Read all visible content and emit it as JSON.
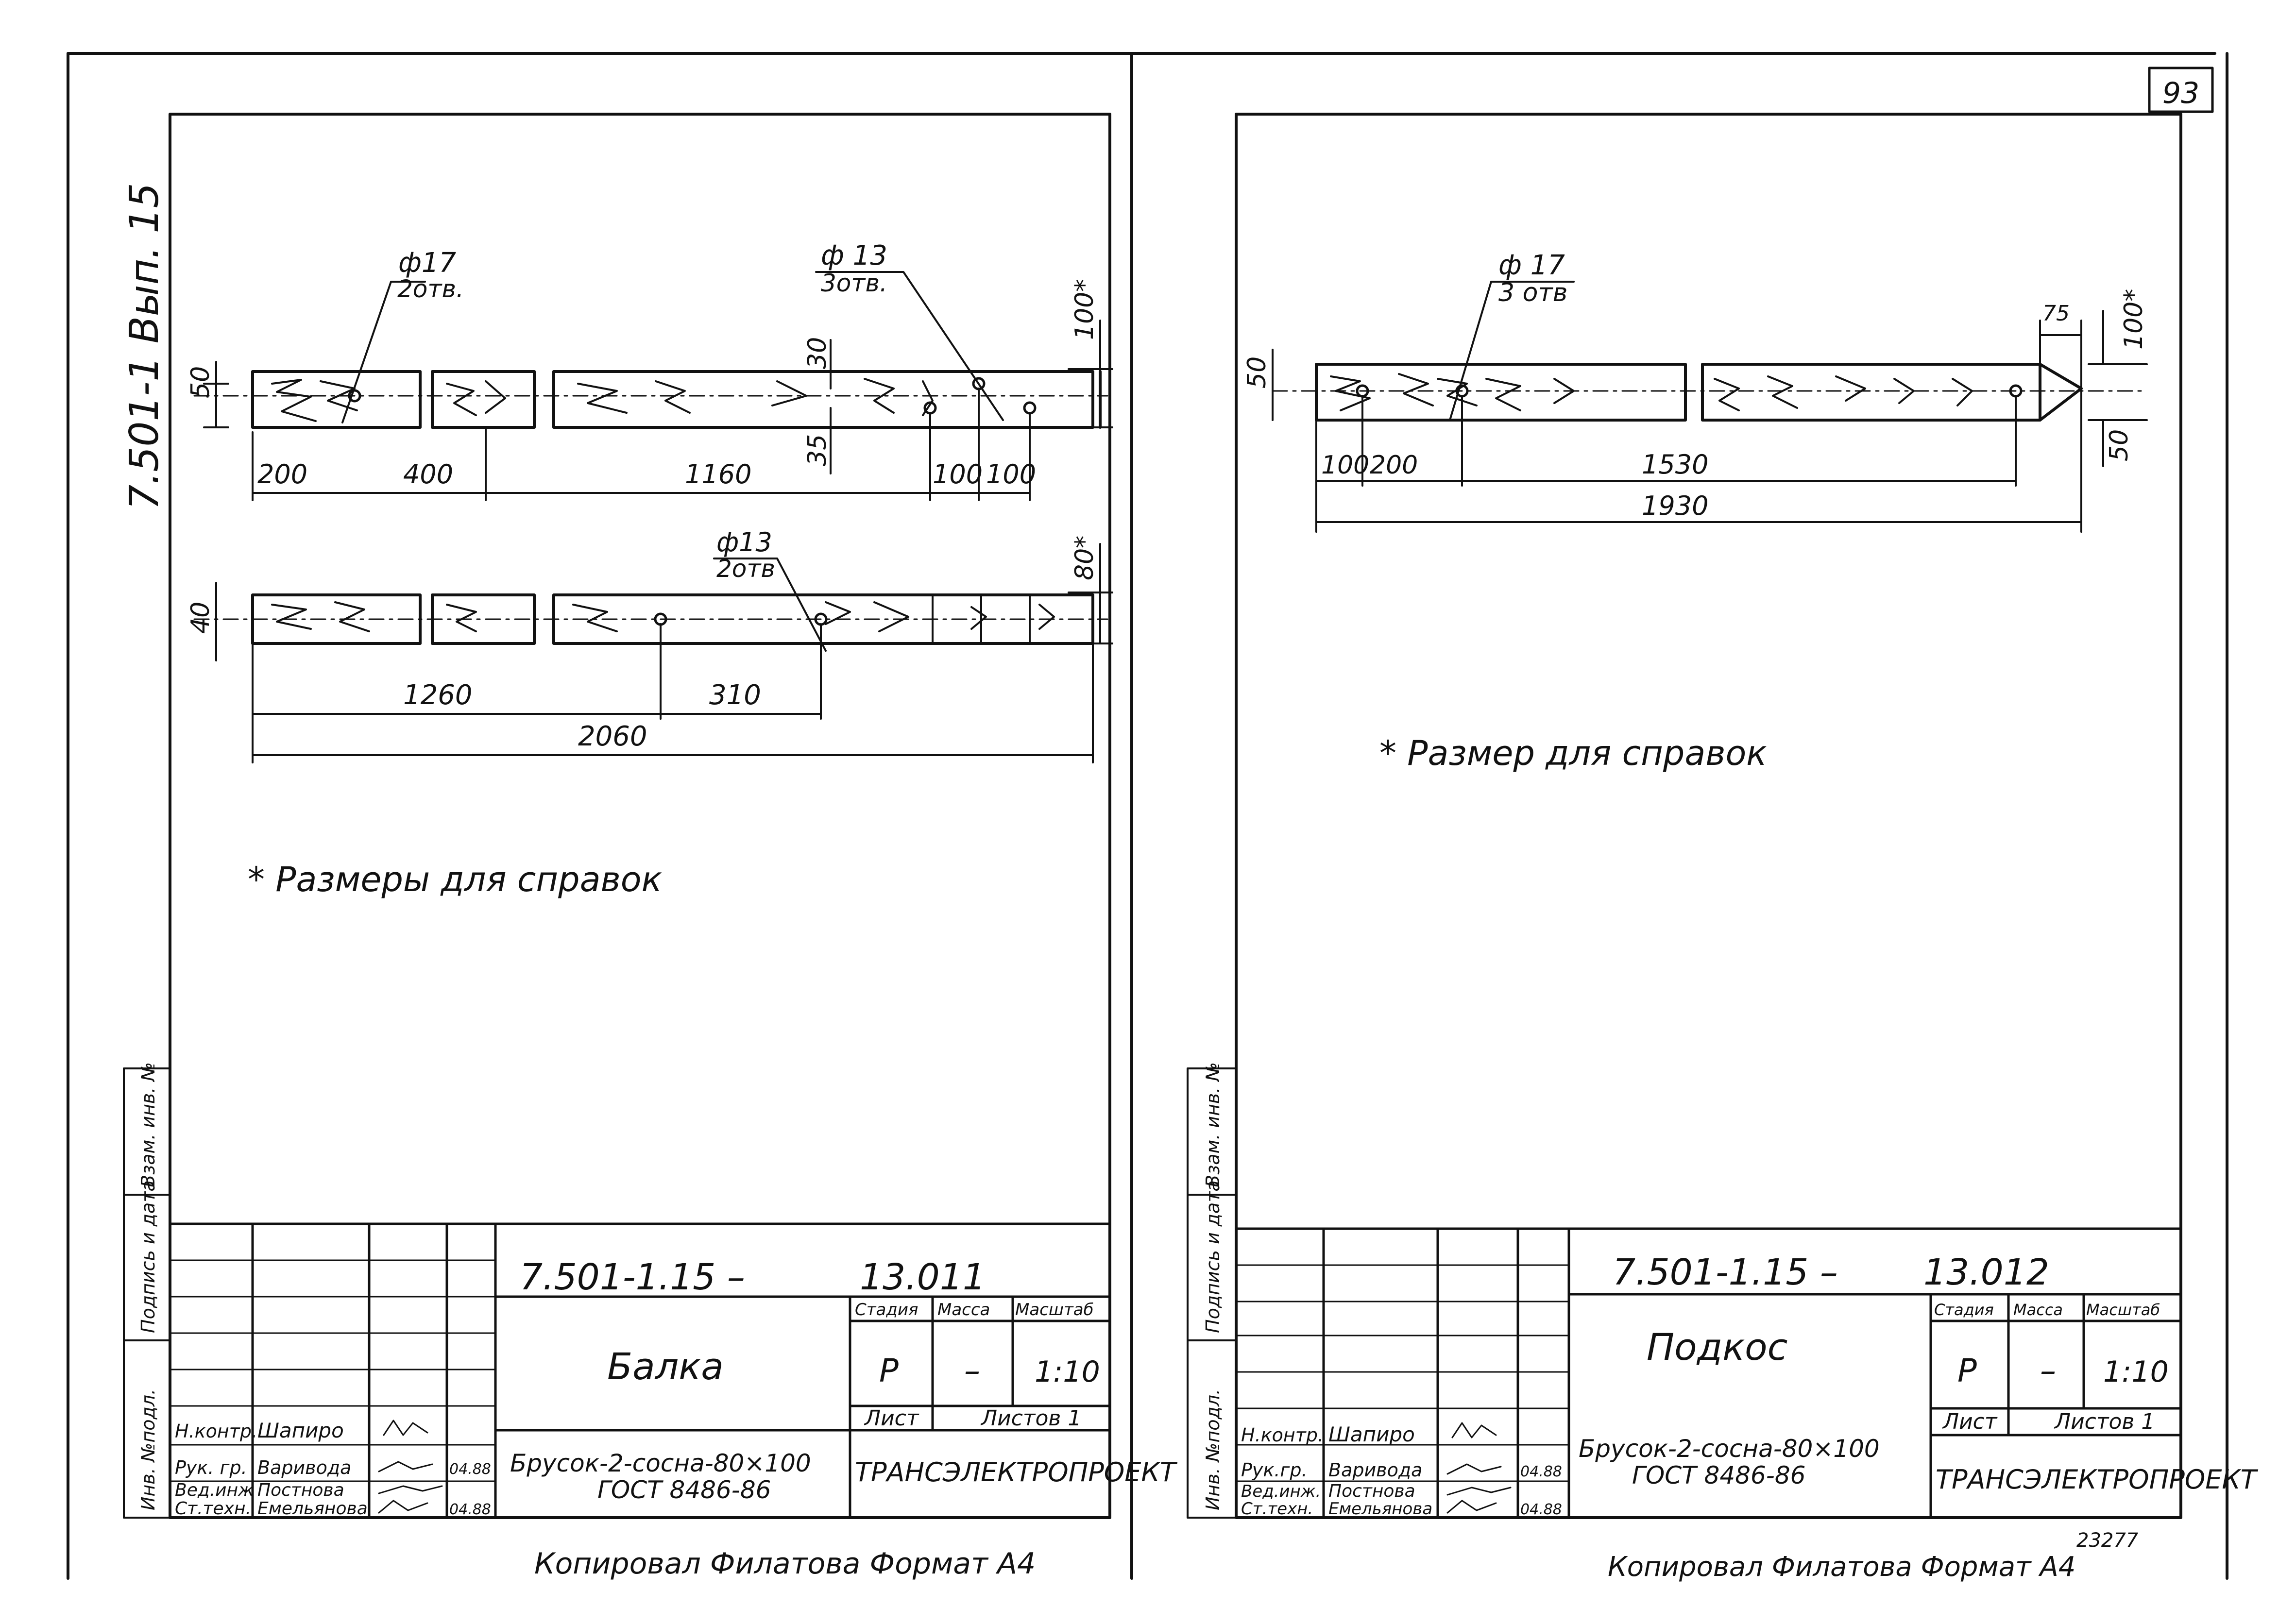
{
  "page_number": "93",
  "side_code": "7.501-1 Вып. 15",
  "archive_number": "23277",
  "sheets": [
    {
      "dims": {
        "d17": "ф17",
        "holes2": "2отв.",
        "d13a": "ф 13",
        "holes3": "3отв.",
        "d13b": "ф13",
        "holes2b": "2отв",
        "h100": "100*",
        "h50": "50",
        "h30": "30",
        "h35": "35",
        "h80": "80*",
        "h40": "40",
        "c200": "200",
        "c400": "400",
        "c1160": "1160",
        "c100a": "100",
        "c100b": "100",
        "c1260": "1260",
        "c310": "310",
        "c2060": "2060"
      },
      "note": "* Размеры для справок",
      "stamp_left": [
        "Н.контр.",
        "Рук. гр.",
        "Вед.инж",
        "Ст.техн."
      ],
      "stamp_names": [
        "Шапиро",
        "Варивода",
        "Постнова",
        "Емельянова"
      ],
      "stamp_dates": [
        "",
        "04.88",
        "",
        "04.88"
      ],
      "code": "7.501-1.15 –",
      "sheet_no": "13.011",
      "name": "Балка",
      "hdr": [
        "Стадия",
        "Масса",
        "Масштаб"
      ],
      "stage": "Р",
      "mass": "–",
      "scale": "1:10",
      "list_label": "Лист",
      "lists_label": "Листов 1",
      "material1": "Брусок-2-сосна-80×100",
      "material2": "ГОСТ 8486-86",
      "org": "ТРАНСЭЛЕКТРОПРОЕКТ",
      "side": [
        "Инв. №подл.",
        "Подпись и дата",
        "Взам. инв. №"
      ],
      "bottom": "Копировал   Филатова   Формат А4"
    },
    {
      "dims": {
        "d17": "ф 17",
        "holes3": "3 отв",
        "h50a": "50",
        "h100": "100*",
        "h75": "75",
        "h50b": "50",
        "c100": "100",
        "c200": "200",
        "c1530": "1530",
        "c1930": "1930"
      },
      "note": "* Размер для справок",
      "stamp_left": [
        "Н.контр.",
        "Рук.гр.",
        "Вед.инж.",
        "Ст.техн."
      ],
      "stamp_names": [
        "Шапиро",
        "Варивода",
        "Постнова",
        "Емельянова"
      ],
      "stamp_dates": [
        "",
        "04.88",
        "",
        "04.88"
      ],
      "code": "7.501-1.15 –",
      "sheet_no": "13.012",
      "name": "Подкос",
      "hdr": [
        "Стадия",
        "Масса",
        "Масштаб"
      ],
      "stage": "Р",
      "mass": "–",
      "scale": "1:10",
      "list_label": "Лист",
      "lists_label": "Листов 1",
      "material1": "Брусок-2-сосна-80×100",
      "material2": "ГОСТ 8486-86",
      "org": "ТРАНСЭЛЕКТРОПРОЕКТ",
      "side": [
        "Инв. №подл.",
        "Подпись и дата",
        "Взам. инв. №"
      ],
      "bottom": "Копировал   Филатова   Формат А4"
    }
  ]
}
